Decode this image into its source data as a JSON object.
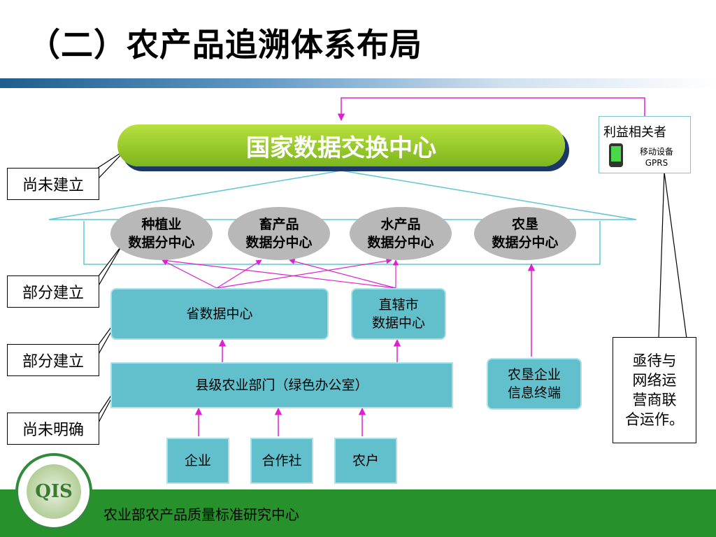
{
  "title": "（二）农产品追溯体系布局",
  "national_center": "国家数据交换中心",
  "sub_centers": [
    {
      "line1": "种植业",
      "line2": "数据分中心"
    },
    {
      "line1": "畜产品",
      "line2": "数据分中心"
    },
    {
      "line1": "水产品",
      "line2": "数据分中心"
    },
    {
      "line1": "农垦",
      "line2": "数据分中心"
    }
  ],
  "provincial_center": "省数据中心",
  "municipality_center": {
    "line1": "直辖市",
    "line2": "数据中心"
  },
  "county_department": "县级农业部门（绿色办公室）",
  "farm_terminal": {
    "line1": "农垦企业",
    "line2": "信息终端"
  },
  "sources": [
    "企业",
    "合作社",
    "农户"
  ],
  "callouts": [
    "尚未建立",
    "部分建立",
    "部分建立",
    "尚未明确"
  ],
  "stakeholder": {
    "label": "利益相关者",
    "device_line1": "移动设备",
    "device_line2": "GPRS"
  },
  "note": [
    "亟待与",
    "网络运",
    "营商联",
    "合运作。"
  ],
  "footer": "农业部农产品质量标准研究中心",
  "logo": {
    "mark": "QIS"
  },
  "colors": {
    "green_bar": "#8cc63f",
    "teal_box": "#62c0cc",
    "arrow": "#e020d0",
    "footer": "#27922c",
    "ellipse": "#b8b8b8"
  }
}
